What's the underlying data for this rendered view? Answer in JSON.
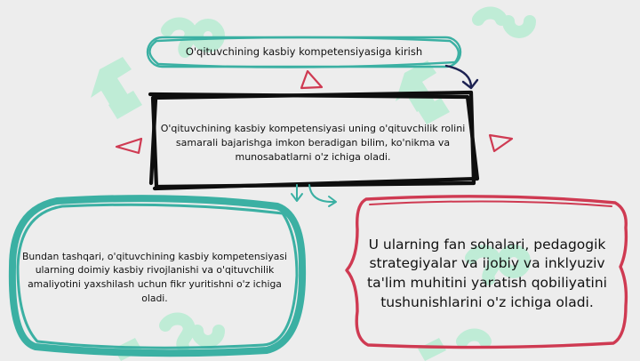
{
  "intro_label": "O'qituvchining kasbiy kompetensiyasiga kirish",
  "main_text": "O'qituvchining kasbiy kompetensiyasi uning o'qituvchilik rolini samarali bajarishga imkon beradigan bilim, ko'nikma va munosabatlarni o'z ichiga oladi.",
  "left_text": "Bundan tashqari, o'qituvchining kasbiy kompetensiyasi ularning doimiy kasbiy rivojlanishi va o'qituvchilik amaliyotini yaxshilash uchun fikr yuritishni o'z ichiga oladi.",
  "right_text": "U ularning fan sohalari, pedagogik strategiyalar va ijobiy va inklyuziv ta'lim muhitini yaratish qobiliyatini tushunishlarini o'z ichiga oladi.",
  "colors": {
    "background": "#ededed",
    "teal": "#3bb0a3",
    "red": "#cf3a52",
    "black": "#0e0e0e",
    "navy": "#1d2252",
    "watermark": "#b7ecd3"
  }
}
